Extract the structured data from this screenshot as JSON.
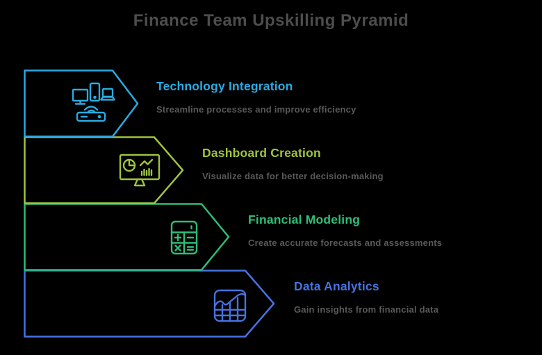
{
  "page": {
    "background_color": "#000000",
    "title": "Finance Team Upskilling Pyramid",
    "title_color": "#4D4D4D",
    "subtitle_color": "#595959"
  },
  "levels": [
    {
      "title": "Technology Integration",
      "subtitle": "Streamline processes and improve efficiency",
      "color": "#29ABE2",
      "icon": "devices-icon"
    },
    {
      "title": "Dashboard Creation",
      "subtitle": "Visualize data for better decision-making",
      "color": "#9FC43E",
      "icon": "dashboard-icon"
    },
    {
      "title": "Financial Modeling",
      "subtitle": "Create accurate forecasts and assessments",
      "color": "#2EBE77",
      "icon": "calculator-icon"
    },
    {
      "title": "Data Analytics",
      "subtitle": "Gain insights from financial data",
      "color": "#4673E1",
      "icon": "data-grid-icon"
    }
  ]
}
